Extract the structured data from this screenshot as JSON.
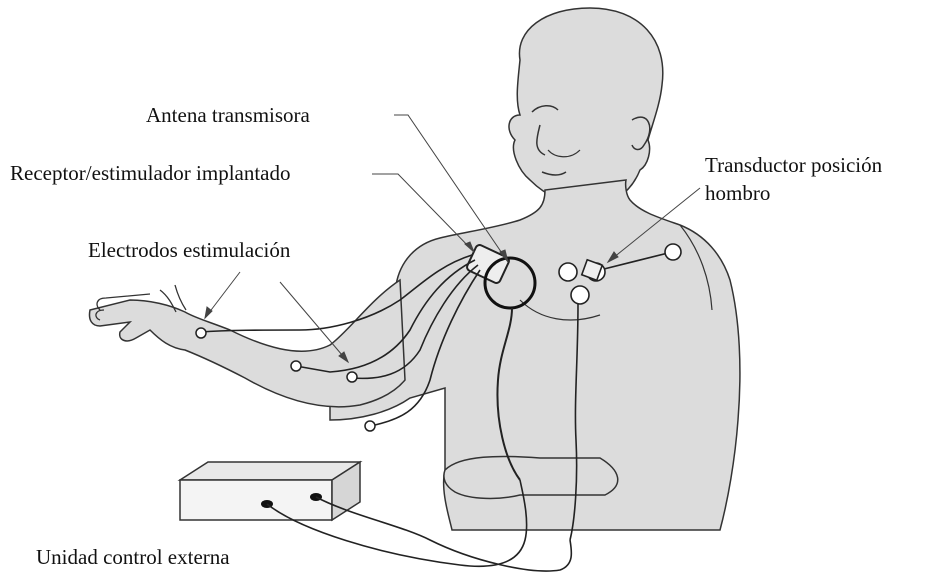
{
  "labels": {
    "antenna": "Antena transmisora",
    "receiver": "Receptor/estimulador implantado",
    "electrodes": "Electrodos estimulación",
    "transducer_line1": "Transductor posición",
    "transducer_line2": "hombro",
    "control_unit": "Unidad control externa"
  },
  "colors": {
    "skin": "#dcdcdc",
    "outline": "#333333",
    "wire": "#222222",
    "background": "#ffffff"
  },
  "icons": {
    "figure": "human-torso-illustration",
    "device": "external-control-box"
  }
}
